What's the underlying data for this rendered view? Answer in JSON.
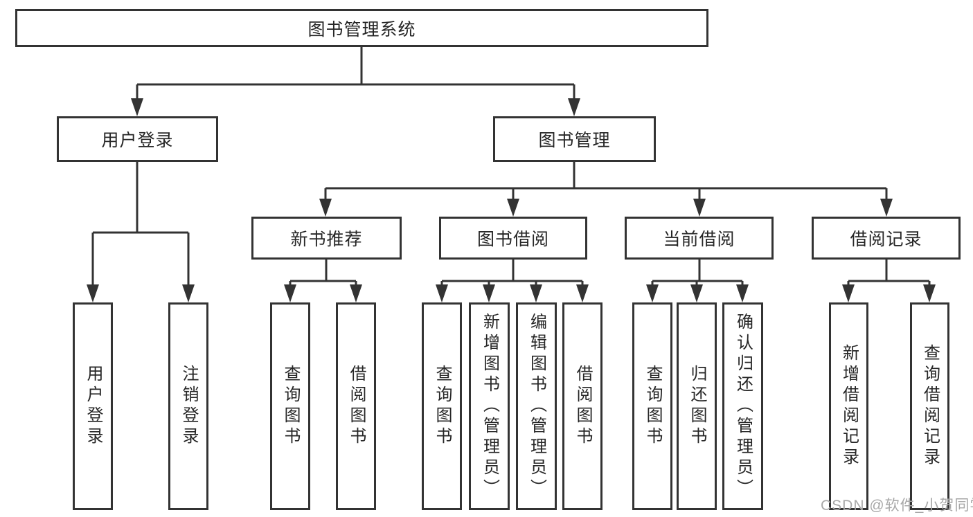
{
  "diagram": {
    "root": {
      "label": "图书管理系统",
      "children": [
        {
          "label": "用户登录",
          "children": [
            {
              "label": "用户登录"
            },
            {
              "label": "注销登录"
            }
          ]
        },
        {
          "label": "图书管理",
          "children": [
            {
              "label": "新书推荐",
              "children": [
                {
                  "label": "查询图书"
                },
                {
                  "label": "借阅图书"
                }
              ]
            },
            {
              "label": "图书借阅",
              "children": [
                {
                  "label": "查询图书"
                },
                {
                  "label": "新增图书（管理员）"
                },
                {
                  "label": "编辑图书（管理员）"
                },
                {
                  "label": "借阅图书"
                }
              ]
            },
            {
              "label": "当前借阅",
              "children": [
                {
                  "label": "查询图书"
                },
                {
                  "label": "归还图书"
                },
                {
                  "label": "确认归还（管理员）"
                }
              ]
            },
            {
              "label": "借阅记录",
              "children": [
                {
                  "label": "新增借阅记录"
                },
                {
                  "label": "查询借阅记录"
                }
              ]
            }
          ]
        }
      ]
    }
  },
  "watermark": {
    "text": "CSDN @软件_小贺同学"
  },
  "colors": {
    "line": "#333333",
    "text": "#262626",
    "background": "#ffffff",
    "watermark": "#a8a8a8"
  }
}
